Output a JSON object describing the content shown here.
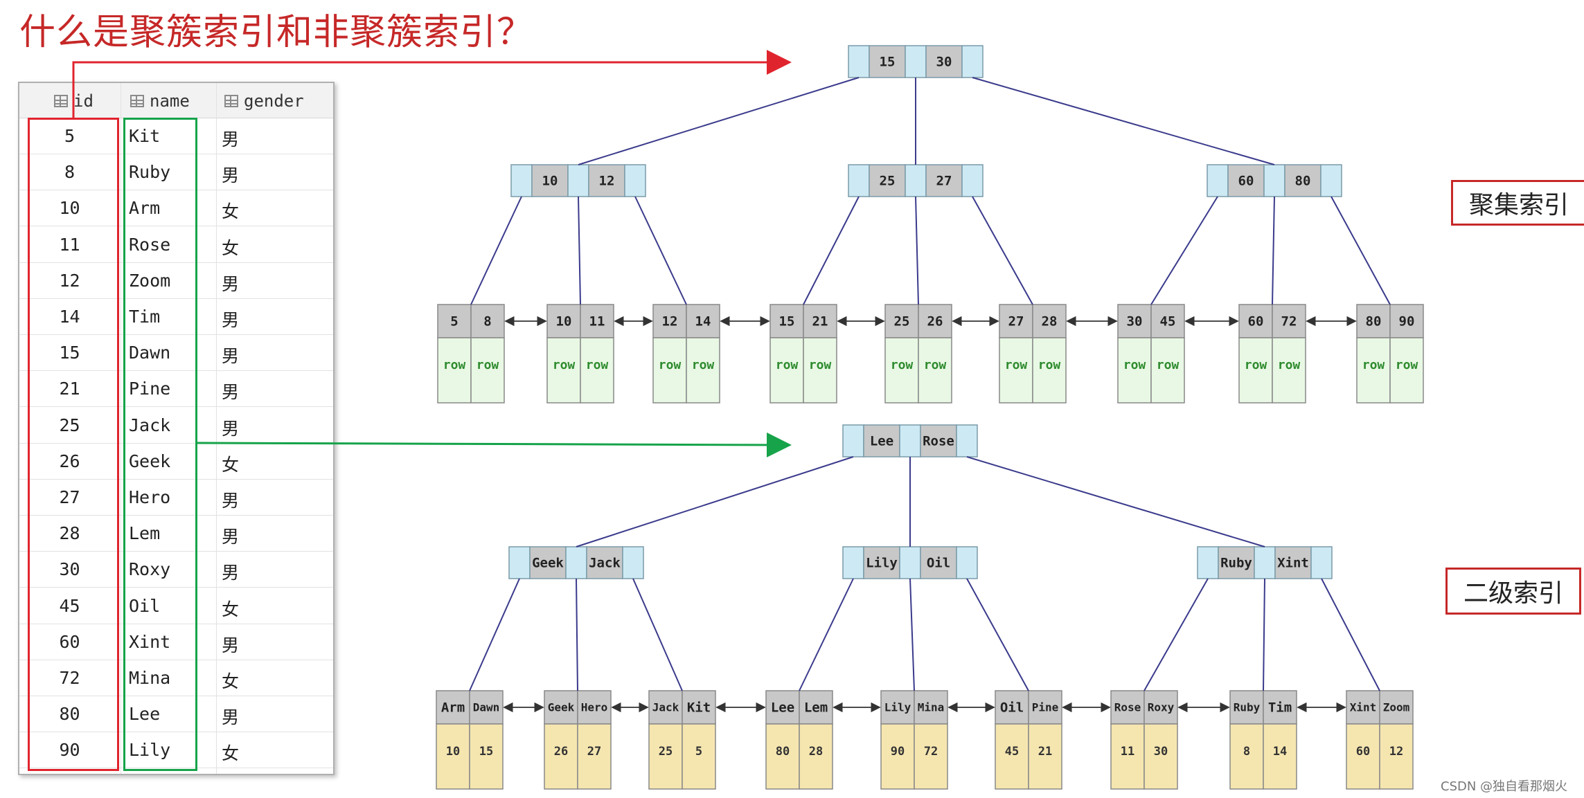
{
  "title": "什么是聚簇索引和非聚簇索引？",
  "table": {
    "columns": [
      "id",
      "name",
      "gender"
    ],
    "rows": [
      [
        "5",
        "Kit",
        "男"
      ],
      [
        "8",
        "Ruby",
        "男"
      ],
      [
        "10",
        "Arm",
        "女"
      ],
      [
        "11",
        "Rose",
        "女"
      ],
      [
        "12",
        "Zoom",
        "男"
      ],
      [
        "14",
        "Tim",
        "男"
      ],
      [
        "15",
        "Dawn",
        "男"
      ],
      [
        "21",
        "Pine",
        "男"
      ],
      [
        "25",
        "Jack",
        "男"
      ],
      [
        "26",
        "Geek",
        "女"
      ],
      [
        "27",
        "Hero",
        "男"
      ],
      [
        "28",
        "Lem",
        "男"
      ],
      [
        "30",
        "Roxy",
        "男"
      ],
      [
        "45",
        "Oil",
        "女"
      ],
      [
        "60",
        "Xint",
        "男"
      ],
      [
        "72",
        "Mina",
        "女"
      ],
      [
        "80",
        "Lee",
        "男"
      ],
      [
        "90",
        "Lily",
        "女"
      ]
    ]
  },
  "clustered": {
    "label": "聚集索引",
    "root": [
      "15",
      "30"
    ],
    "internal": [
      [
        "10",
        "12"
      ],
      [
        "25",
        "27"
      ],
      [
        "60",
        "80"
      ]
    ],
    "leaves": [
      [
        "5",
        "8"
      ],
      [
        "10",
        "11"
      ],
      [
        "12",
        "14"
      ],
      [
        "15",
        "21"
      ],
      [
        "25",
        "26"
      ],
      [
        "27",
        "28"
      ],
      [
        "30",
        "45"
      ],
      [
        "60",
        "72"
      ],
      [
        "80",
        "90"
      ]
    ],
    "row_text": "row"
  },
  "secondary": {
    "label": "二级索引",
    "root": [
      "Lee",
      "Rose"
    ],
    "internal": [
      [
        "Geek",
        "Jack"
      ],
      [
        "Lily",
        "Oil"
      ],
      [
        "Ruby",
        "Xint"
      ]
    ],
    "leaves": [
      [
        "Arm",
        "Dawn"
      ],
      [
        "Geek",
        "Hero"
      ],
      [
        "Jack",
        "Kit"
      ],
      [
        "Lee",
        "Lem"
      ],
      [
        "Lily",
        "Mina"
      ],
      [
        "Oil",
        "Pine"
      ],
      [
        "Rose",
        "Roxy"
      ],
      [
        "Ruby",
        "Tim"
      ],
      [
        "Xint",
        "Zoom"
      ]
    ],
    "leaf_values": [
      [
        "10",
        "15"
      ],
      [
        "26",
        "27"
      ],
      [
        "25",
        "5"
      ],
      [
        "80",
        "28"
      ],
      [
        "90",
        "72"
      ],
      [
        "45",
        "21"
      ],
      [
        "11",
        "30"
      ],
      [
        "8",
        "14"
      ],
      [
        "60",
        "12"
      ]
    ]
  },
  "watermark": "CSDN @独自看那烟火",
  "colors": {
    "title": "#c62828",
    "id_box": "#e0242e",
    "name_box": "#16a34a",
    "key_cell": "#c8c8c8",
    "pointer_cell": "#cdeaf4",
    "row_cell": "#e8f8e4",
    "value_cell": "#f5e6b0",
    "tree_line": "#3a3a8c"
  }
}
